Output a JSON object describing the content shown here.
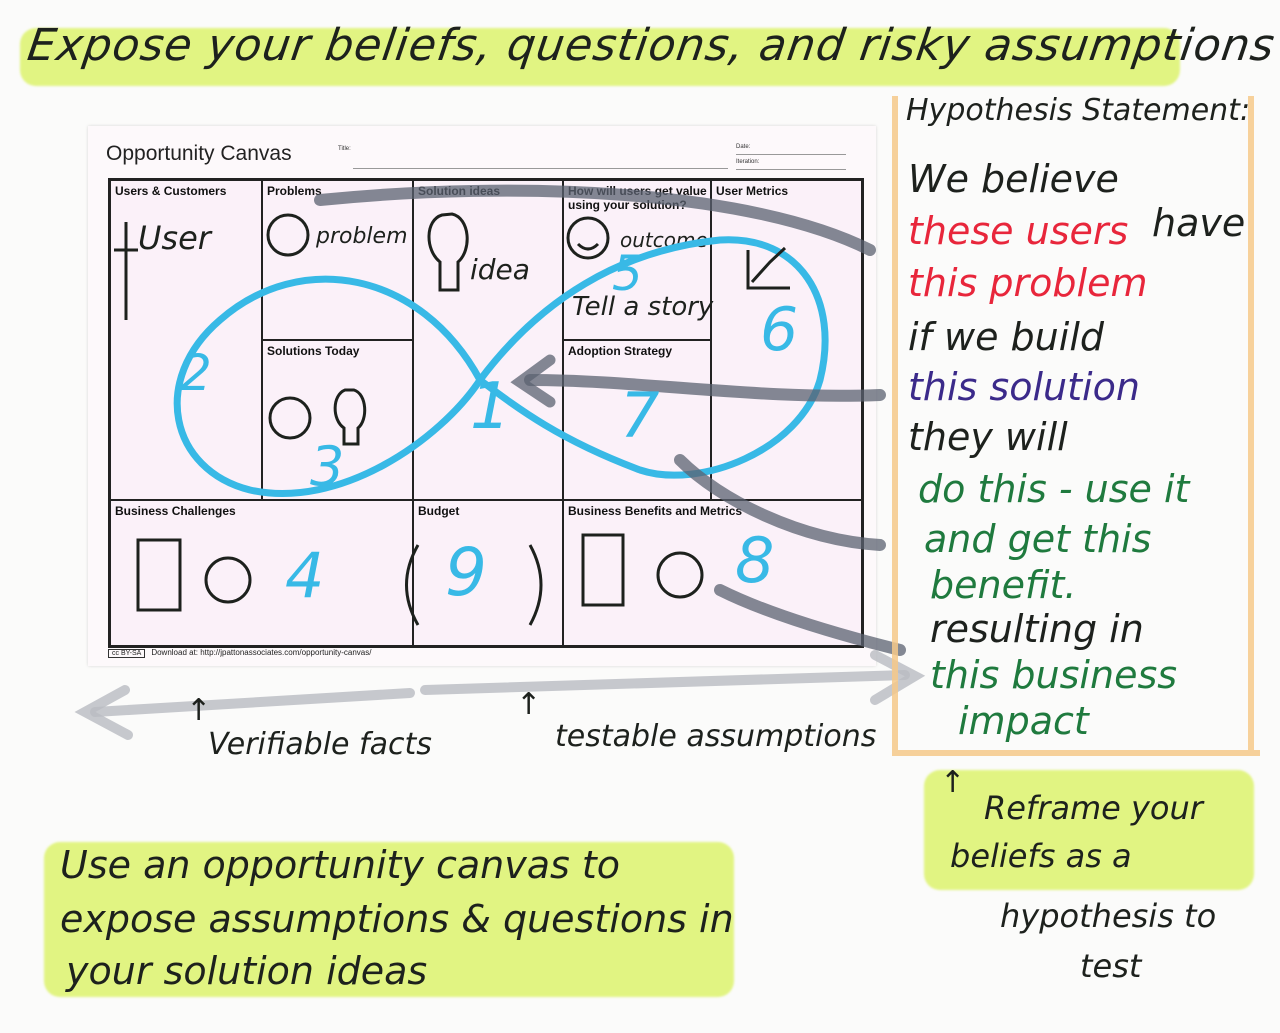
{
  "headline": "Expose your beliefs, questions, and risky assumptions",
  "canvas": {
    "title": "Opportunity Canvas",
    "title_field": "Title:",
    "date_field": "Date:",
    "iteration_field": "Iteration:",
    "cells": [
      {
        "id": "users",
        "title": "Users & Customers"
      },
      {
        "id": "problems",
        "title": "Problems"
      },
      {
        "id": "solution_ideas",
        "title": "Solution ideas"
      },
      {
        "id": "value",
        "title": "How will users get value\nusing your solution?"
      },
      {
        "id": "user_metrics",
        "title": "User Metrics"
      },
      {
        "id": "solutions_today",
        "title": "Solutions Today"
      },
      {
        "id": "adoption",
        "title": "Adoption Strategy"
      },
      {
        "id": "business_challenges",
        "title": "Business Challenges"
      },
      {
        "id": "budget",
        "title": "Budget"
      },
      {
        "id": "business_benefits",
        "title": "Business Benefits and Metrics"
      }
    ],
    "footer_download": "Download at:  http://jpattonassociates.com/opportunity-canvas/",
    "handwritten": {
      "user": "User",
      "problem": "problem",
      "idea": "idea",
      "outcome": "outcome",
      "tell_story": "Tell a story"
    },
    "numbers": [
      "1",
      "2",
      "3",
      "4",
      "5",
      "6",
      "7",
      "8",
      "9"
    ]
  },
  "hypothesis": {
    "title": "Hypothesis Statement:",
    "lines": [
      {
        "text": "We believe",
        "color": "#1d211d"
      },
      {
        "text": "these users",
        "color": "#e8263b"
      },
      {
        "text": "have",
        "color": "#1d211d"
      },
      {
        "text": "this problem",
        "color": "#e8263b"
      },
      {
        "text": "if we build",
        "color": "#1d211d"
      },
      {
        "text": "this solution",
        "color": "#3b2a8a"
      },
      {
        "text": "they will",
        "color": "#1d211d"
      },
      {
        "text": "do this - use it",
        "color": "#1f7a3e"
      },
      {
        "text": "and get this",
        "color": "#1f7a3e"
      },
      {
        "text": "benefit.",
        "color": "#1f7a3e"
      },
      {
        "text": "resulting in",
        "color": "#1d211d"
      },
      {
        "text": "this business",
        "color": "#1f7a3e"
      },
      {
        "text": "impact",
        "color": "#1f7a3e"
      }
    ]
  },
  "annotations": {
    "verifiable_facts": "Verifiable facts",
    "testable_assumptions": "testable assumptions",
    "reframe": [
      "Reframe your",
      "beliefs as a",
      "hypothesis to",
      "test"
    ],
    "use_canvas": [
      "Use an opportunity canvas to",
      "expose assumptions & questions in",
      "your solution ideas"
    ]
  },
  "colors": {
    "highlighter": "#d9f25a",
    "cyan": "#38b9e6",
    "grey_arrow": "#5b6170",
    "orange_box": "#f6c98a"
  }
}
